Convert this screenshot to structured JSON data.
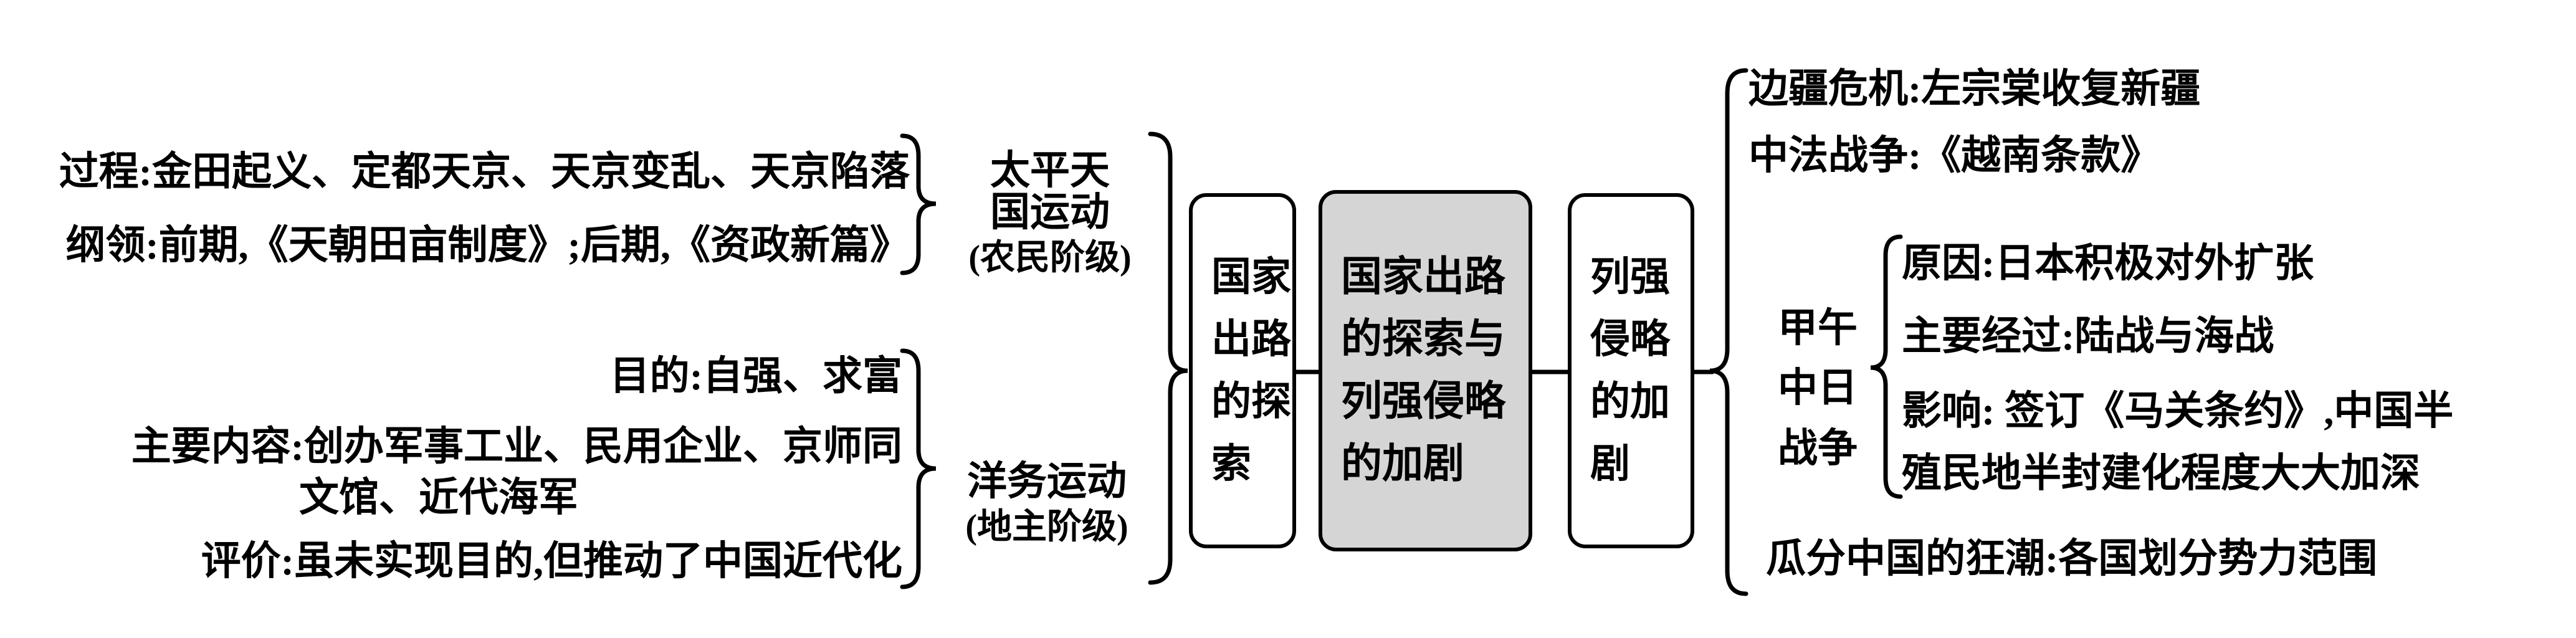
{
  "page": {
    "background_color": "#ffffff",
    "ink_color": "#000000",
    "theme_box_fill": "#d5d5d5"
  },
  "diagram": {
    "left_branch": {
      "taiping": {
        "detail_lines": [
          "过程:金田起义、定都天京、天京变乱、天京陷落",
          "纲领:前期,《天朝田亩制度》;后期,《资政新篇》"
        ],
        "label_lines": [
          "太平天",
          "国运动",
          "(农民阶级)"
        ]
      },
      "yangwu": {
        "detail_lines": [
          "目的:自强、求富",
          "主要内容:创办军事工业、民用企业、京师同",
          "文馆、近代海军",
          "评价:虽未实现目的,但推动了中国近代化"
        ],
        "label_lines": [
          "洋务运动",
          "(地主阶级)"
        ]
      }
    },
    "center_flow": {
      "exploration_box": {
        "lines": [
          "国家",
          "出路",
          "的探",
          "索"
        ],
        "background": "#ffffff"
      },
      "theme_box": {
        "lines": [
          "国家出路",
          "的探索与",
          "列强侵略",
          "的加剧"
        ],
        "background": "#d5d5d5"
      },
      "aggression_box": {
        "lines": [
          "列强",
          "侵略",
          "的加",
          "剧"
        ],
        "background": "#ffffff"
      }
    },
    "right_branch": {
      "border_crisis_line": "边疆危机:左宗棠收复新疆",
      "sino_french_war_line": "中法战争:《越南条款》",
      "jiawu_war": {
        "label_lines": [
          "甲午",
          "中日",
          "战争"
        ],
        "detail_lines": [
          "原因:日本积极对外扩张",
          "主要经过:陆战与海战",
          "影响: 签订《马关条约》,中国半",
          "殖民地半封建化程度大大加深"
        ]
      },
      "partition_craze_line": "瓜分中国的狂潮:各国划分势力范围"
    }
  }
}
